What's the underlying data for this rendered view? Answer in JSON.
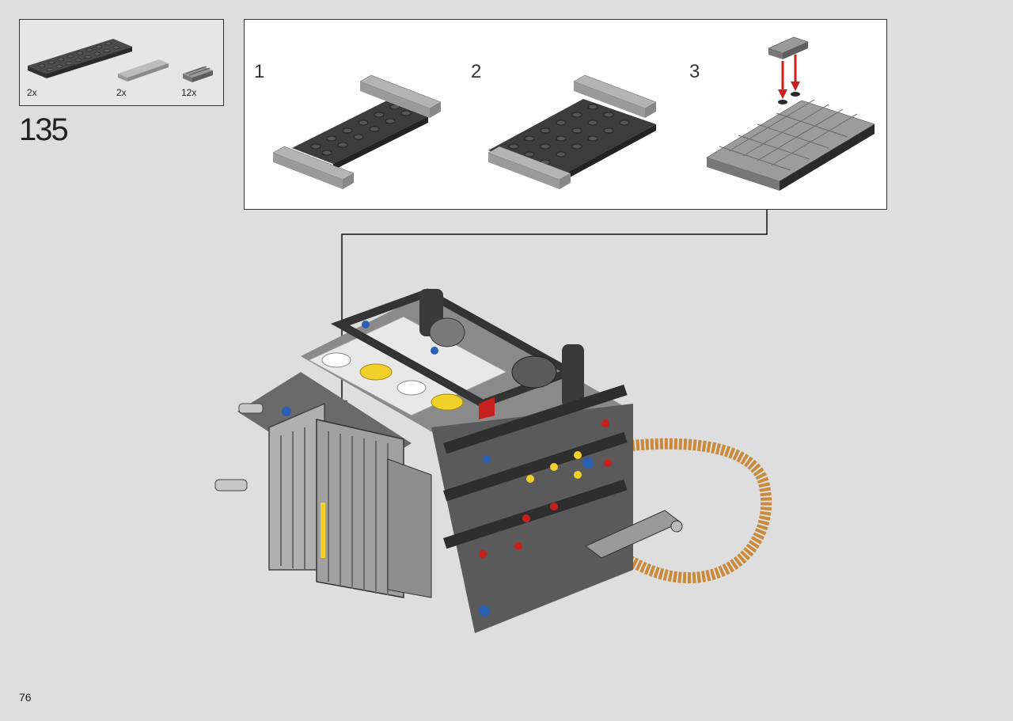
{
  "parts_list": [
    {
      "part": "dark-gray-plate-2x8-icon",
      "qty": "2x"
    },
    {
      "part": "light-gray-tile-1x4-icon",
      "qty": "2x"
    },
    {
      "part": "light-gray-grille-tile-icon",
      "qty": "12x"
    }
  ],
  "step": {
    "number": "135"
  },
  "substeps": [
    {
      "label": "1"
    },
    {
      "label": "2"
    },
    {
      "label": "3"
    }
  ],
  "page": {
    "number": "76"
  },
  "colors": {
    "background": "#dedede",
    "dark_gray": "#3a3a3a",
    "light_gray": "#a8a8a8",
    "arrow_red": "#c8201c",
    "chain_orange": "#c98a3c"
  }
}
